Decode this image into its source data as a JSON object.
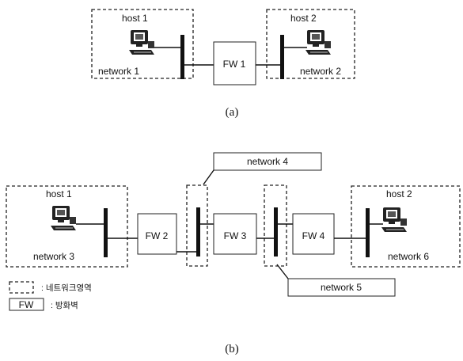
{
  "diagram_a": {
    "host1": "host 1",
    "host2": "host 2",
    "network1": "network 1",
    "network2": "network 2",
    "fw1": "FW 1",
    "caption": "(a)"
  },
  "diagram_b": {
    "host1": "host 1",
    "host2": "host 2",
    "network3": "network 3",
    "network4": "network 4",
    "network5": "network 5",
    "network6": "network 6",
    "fw2": "FW 2",
    "fw3": "FW 3",
    "fw4": "FW 4",
    "caption": "(b)"
  },
  "legend": {
    "network_area": ": 네트워크영역",
    "fw_symbol": "FW",
    "firewall": ": 방화벽"
  },
  "icons": {
    "host": "computer-workstation-icon"
  }
}
